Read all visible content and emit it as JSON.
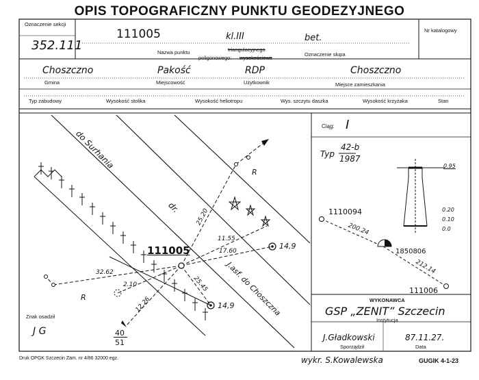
{
  "header": {
    "title": "OPIS TOPOGRAFICZNY PUNKTU GEODEZYJNEGO"
  },
  "section": {
    "label": "Oznaczenie sekcji",
    "value": "352.111"
  },
  "point": {
    "number": "111005",
    "class": "kl.III",
    "marker": "bet.",
    "name_label": "Nazwa punktu",
    "struck_1": "triangulacyjnego",
    "struck_2_prefix": "poligonowego:",
    "struck_2": "wysokościowe",
    "marker_label": "Oznaczenie słupa"
  },
  "catalog": {
    "label": "Nr katalogowy"
  },
  "location": {
    "gmina_value": "Choszczno",
    "gmina_label": "Gmina",
    "town_value": "Pakość",
    "town_label": "Miejscowość",
    "user_value": "RDP",
    "user_label": "Użytkownik",
    "residence_value": "Choszczno",
    "residence_label": "Miejsce zamieszkania"
  },
  "heights": {
    "building": "Typ zabudowy",
    "table": "Wysokość stolika",
    "heliotrope": "Wysokość heliotropu",
    "board": "Wys. szczytu daszka",
    "cross": "Wysokość krzyżaka",
    "state": "Stan"
  },
  "sketch": {
    "road_top": "do Surhania",
    "road_mid": "dr.",
    "road_right": "J.asf. do Choszczna",
    "center_point": "111005",
    "dist_1": "25.20",
    "dist_2": "11.55",
    "dist_3": "17.60",
    "dist_4": "32.62",
    "dist_5": "2.10",
    "dist_6": "25.45",
    "dist_7": "12.26",
    "r1": "R",
    "r2": "R",
    "witness_1": "14,9",
    "witness_2": "14,9",
    "mark_label": "Znak osadził",
    "mark_by": "J G",
    "fraction_top": "40",
    "fraction_bottom": "51"
  },
  "right_panel": {
    "ciag_label": "Ciąg:",
    "ciag_value": "I",
    "type_label": "Typ",
    "type_top": "42-b",
    "type_bottom": "1987",
    "depth_top": "0.95",
    "depth_1": "0.20",
    "depth_2": "0.10",
    "depth_3": "0.0",
    "pt_left": "1110094",
    "pt_mid": "1850806",
    "pt_right": "111006",
    "dist_a": "200.24",
    "dist_b": "212.14"
  },
  "executor": {
    "label": "WYKONAWCA",
    "company": "GSP „ZENIT” Szczecin",
    "inst_label": "Instytucja",
    "author": "J.Gładkowski",
    "author_label": "Sporządził",
    "date": "87.11.27.",
    "date_label": "Data"
  },
  "footer": {
    "print": "Druk OPGK Szczecin Zam. nr 4/86 32000 egz.",
    "drawn": "wykr. S.Kowalewska",
    "code": "GUGIK 4-1-23"
  }
}
